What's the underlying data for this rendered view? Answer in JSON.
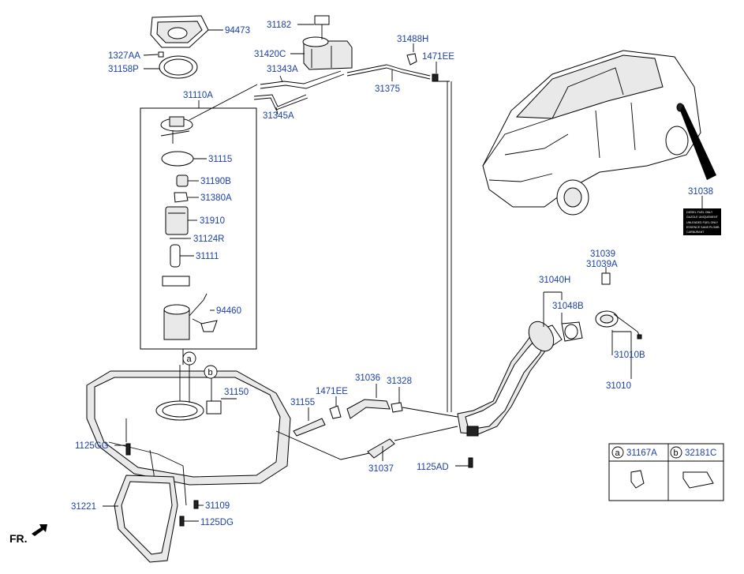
{
  "diagram": {
    "part_labels": [
      {
        "id": "p94473",
        "text": "94473"
      },
      {
        "id": "p31182",
        "text": "31182"
      },
      {
        "id": "p1327AA",
        "text": "1327AA"
      },
      {
        "id": "p31158P",
        "text": "31158P"
      },
      {
        "id": "p31420C",
        "text": "31420C"
      },
      {
        "id": "p31343A",
        "text": "31343A"
      },
      {
        "id": "p31488H",
        "text": "31488H"
      },
      {
        "id": "p1471EE_top",
        "text": "1471EE"
      },
      {
        "id": "p31375",
        "text": "31375"
      },
      {
        "id": "p31110A",
        "text": "31110A"
      },
      {
        "id": "p31345A",
        "text": "31345A"
      },
      {
        "id": "p31115",
        "text": "31115"
      },
      {
        "id": "p31190B",
        "text": "31190B"
      },
      {
        "id": "p31380A",
        "text": "31380A"
      },
      {
        "id": "p31910",
        "text": "31910"
      },
      {
        "id": "p31124R",
        "text": "31124R"
      },
      {
        "id": "p31111",
        "text": "31111"
      },
      {
        "id": "p94460",
        "text": "94460"
      },
      {
        "id": "p31150",
        "text": "31150"
      },
      {
        "id": "p31155",
        "text": "31155"
      },
      {
        "id": "p1471EE_mid",
        "text": "1471EE"
      },
      {
        "id": "p31036",
        "text": "31036"
      },
      {
        "id": "p31328",
        "text": "31328"
      },
      {
        "id": "p1125GG",
        "text": "1125GG"
      },
      {
        "id": "p31037",
        "text": "31037"
      },
      {
        "id": "p1125AD",
        "text": "1125AD"
      },
      {
        "id": "p31221",
        "text": "31221"
      },
      {
        "id": "p31109",
        "text": "31109"
      },
      {
        "id": "p1125DG",
        "text": "1125DG"
      },
      {
        "id": "p31038",
        "text": "31038"
      },
      {
        "id": "p31039",
        "text": "31039"
      },
      {
        "id": "p31039A",
        "text": "31039A"
      },
      {
        "id": "p31040H",
        "text": "31040H"
      },
      {
        "id": "p31048B",
        "text": "31048B"
      },
      {
        "id": "p31010B",
        "text": "31010B"
      },
      {
        "id": "p31010",
        "text": "31010"
      }
    ],
    "callouts": {
      "a": "a",
      "b": "b"
    },
    "legend": [
      {
        "letter": "a",
        "part": "31167A"
      },
      {
        "letter": "b",
        "part": "32181C"
      }
    ],
    "front_marker": "FR."
  }
}
